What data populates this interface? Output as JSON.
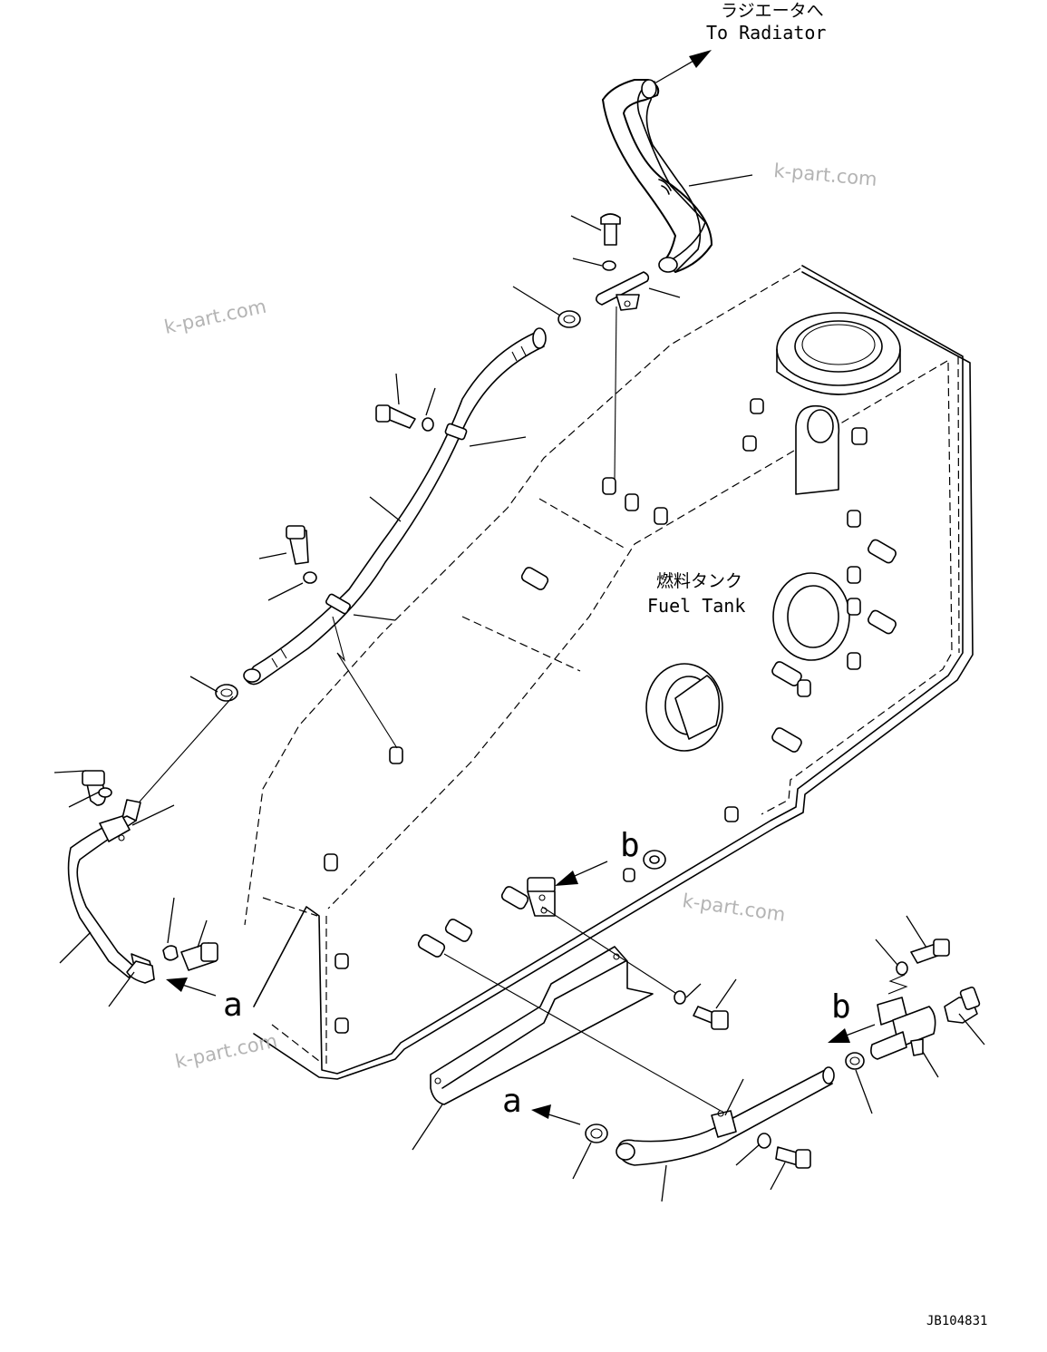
{
  "labels": {
    "radiator_jp": "ラジエータへ",
    "radiator_en": "To Radiator",
    "tank_jp": "燃料タンク",
    "tank_en": "Fuel Tank",
    "ref_a_left": "a",
    "ref_a_bottom": "a",
    "ref_b_top": "b",
    "ref_b_right": "b",
    "drawing_number": "JB104831"
  },
  "watermarks": {
    "wm1": "k-part.com",
    "wm2": "k-part.com",
    "wm3": "k-part.com",
    "wm4": "k-part.com"
  }
}
